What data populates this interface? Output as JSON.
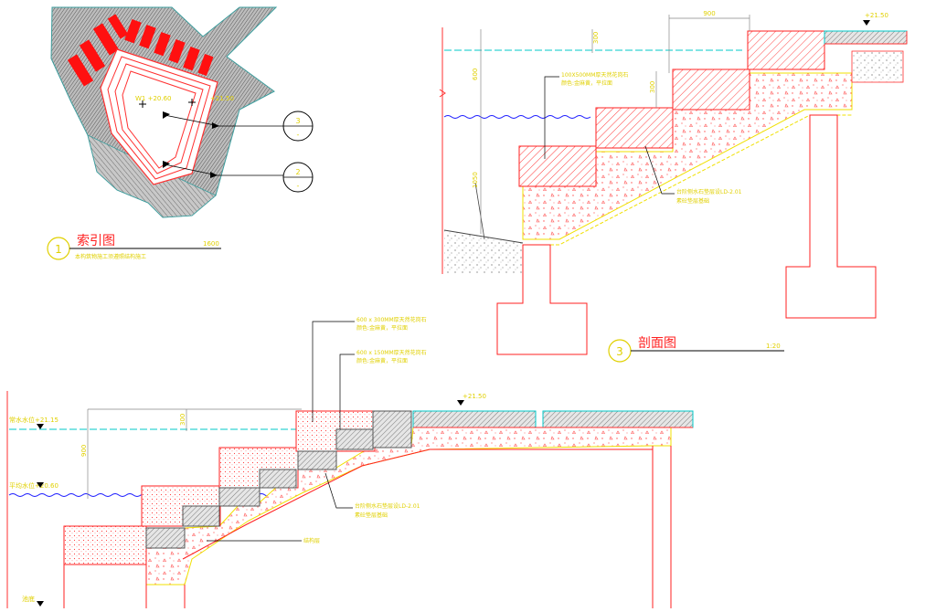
{
  "colors": {
    "red": "#ff2020",
    "yellow": "#f0e000",
    "blue": "#1a1aff",
    "cyan": "#00c8c8",
    "gray": "#808080",
    "dark": "#3a3a3a",
    "black": "#000000"
  },
  "index_plan": {
    "title": "索引图",
    "number": "1",
    "scale": "1600",
    "note": "本构筑物施工须遵照结构施工",
    "levels": [
      "W1 +20.60",
      "+21.50"
    ],
    "callouts": [
      {
        "top": "3",
        "bottom": "-"
      },
      {
        "top": "2",
        "bottom": "-"
      }
    ]
  },
  "section3": {
    "title": "剖面图",
    "number": "3",
    "scale": "1:20",
    "top_dim": "900",
    "level_top": "+21.50",
    "vert_dims": [
      "300",
      "600",
      "300",
      "1050"
    ],
    "note_stone": [
      "100X500MM厚天然花岗石",
      "颜色:金麻黄，平拉面"
    ],
    "note_fill": [
      "台阶侧水石垫层设LD-2.01",
      "素砼垫层基础"
    ]
  },
  "section2": {
    "water_level_high": "常水水位+21.15",
    "water_level_low": "平均水位+20.60",
    "level_top": "+21.50",
    "bottom_label": "池底",
    "vert_dims": [
      "300",
      "900"
    ],
    "note_stone_a": [
      "600 x 300MM厚天然花岗石",
      "颜色:金麻黄，平拉面"
    ],
    "note_stone_b": [
      "600 x 150MM厚天然花岗石",
      "颜色:金麻黄，平拉面"
    ],
    "note_fill": [
      "台阶侧水石垫层设LD-2.01",
      "素砼垫层基础"
    ],
    "note_structure": "结构层"
  }
}
